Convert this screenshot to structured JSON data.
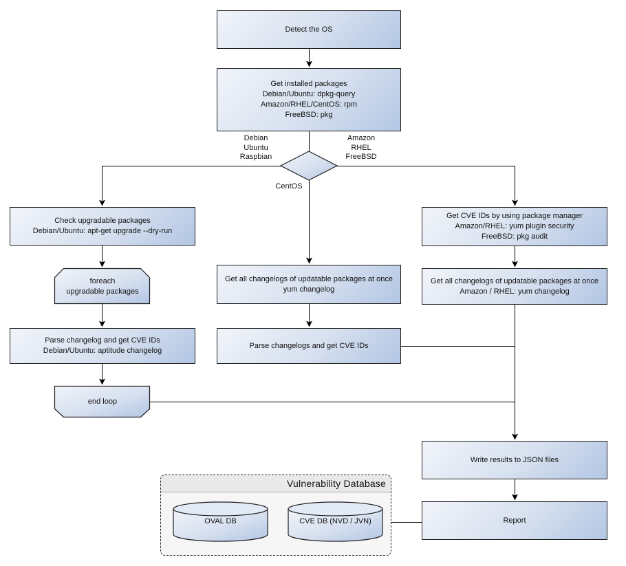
{
  "nodes": {
    "detect_os": {
      "label": "Detect the OS"
    },
    "get_installed": {
      "lines": [
        "Get installed packages",
        "Debian/Ubuntu: dpkg-query",
        "Amazon/RHEL/CentOS: rpm",
        "FreeBSD: pkg"
      ]
    },
    "decision": {
      "left_branch": {
        "lines": [
          "Debian",
          "Ubuntu",
          "Raspbian"
        ]
      },
      "right_branch": {
        "lines": [
          "Amazon",
          "RHEL",
          "FreeBSD"
        ]
      },
      "bottom_branch": {
        "label": "CentOS"
      }
    },
    "check_upgradable": {
      "lines": [
        "Check upgradable packages",
        "Debian/Ubuntu: apt-get upgrade --dry-run"
      ]
    },
    "foreach_loop": {
      "lines": [
        "foreach",
        "upgradable  packages"
      ]
    },
    "parse_changelog_deb": {
      "lines": [
        "Parse changelog and get  CVE IDs",
        "Debian/Ubuntu: aptitude changelog"
      ]
    },
    "end_loop": {
      "label": "end loop"
    },
    "get_changelogs_centos": {
      "lines": [
        "Get all changelogs of updatable packages at once",
        "yum changelog"
      ]
    },
    "parse_changelogs_centos": {
      "label": "Parse changelogs and get CVE IDs"
    },
    "get_cve_pkg_mgr": {
      "lines": [
        "Get CVE IDs by using package manager",
        "Amazon/RHEL: yum plugin security",
        "FreeBSD: pkg audit"
      ]
    },
    "get_changelogs_rhel": {
      "lines": [
        "Get all changelogs of updatable packages at once",
        "Amazon / RHEL: yum changelog"
      ]
    },
    "write_results": {
      "label": "Write results to JSON files"
    },
    "report": {
      "label": "Report"
    }
  },
  "vuln_db": {
    "title": "Vulnerability Database",
    "oval_db": "OVAL DB",
    "cve_db": "CVE DB (NVD / JVN)"
  },
  "colors": {
    "node_fill_light": "#f1f4fa",
    "node_fill_dark": "#b3c6e4",
    "node_border": "#1c1c1c",
    "connector": "#000000",
    "container_fill": "#f6f6f6",
    "container_header_fill": "#e9e9e9"
  }
}
